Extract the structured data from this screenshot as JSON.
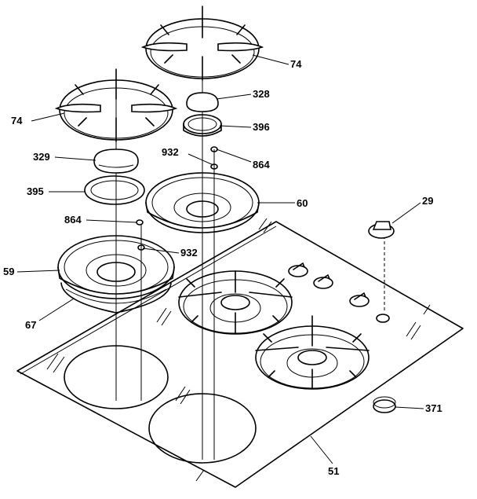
{
  "labels": {
    "grate_rear": "74",
    "grate_left": "74",
    "cap_rear": "328",
    "ring_rear": "396",
    "screw_rear": "864",
    "cap_left": "329",
    "spring_rear": "932",
    "ring_left": "395",
    "pan_rear": "60",
    "screw_left": "864",
    "spring_left": "932",
    "knob": "29",
    "pan_left": "59",
    "drip_left": "67",
    "grommet": "371",
    "cooktop": "51"
  }
}
